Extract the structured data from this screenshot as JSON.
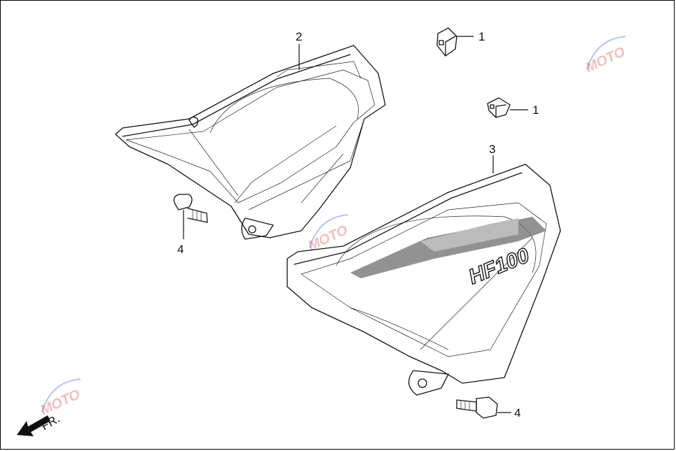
{
  "parts": [
    {
      "id": "1a",
      "label": "1"
    },
    {
      "id": "1b",
      "label": "1"
    },
    {
      "id": "2",
      "label": "2"
    },
    {
      "id": "3",
      "label": "3"
    },
    {
      "id": "4a",
      "label": "4"
    },
    {
      "id": "4b",
      "label": "4"
    }
  ],
  "cover_marking": "HF100",
  "direction_label": "FR.",
  "watermark": {
    "text": "MOTO",
    "colors": [
      "#e23a3a",
      "#3a5fd0",
      "#999999"
    ]
  }
}
